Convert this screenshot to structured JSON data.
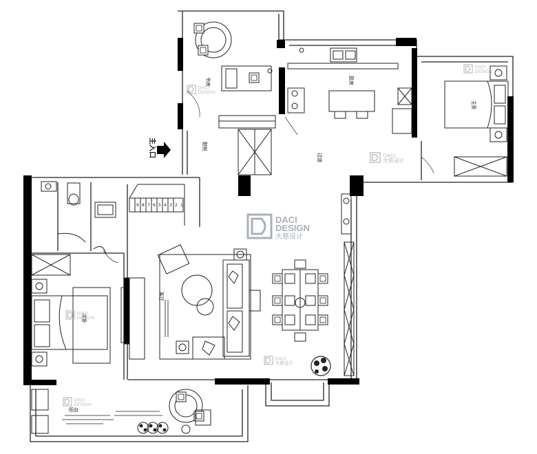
{
  "entry_label": "主入口",
  "rooms": {
    "study": "书房",
    "kitchen": "厨房",
    "master_bedroom": "主卧",
    "corridor": "过道",
    "shoe_cabinet": "鞋柜",
    "living_room": "客厅",
    "second_bedroom": "次卧",
    "balcony": "阳台"
  },
  "stair_steps": [
    "9",
    "8",
    "7",
    "6",
    "5",
    "4",
    "3",
    "2",
    "1"
  ],
  "watermark": {
    "line1": "DACI",
    "line2": "DESIGN",
    "line3": "大慈设计"
  },
  "colors": {
    "wall": "#000000",
    "line": "#222222",
    "watermark": "#aab0b8"
  }
}
